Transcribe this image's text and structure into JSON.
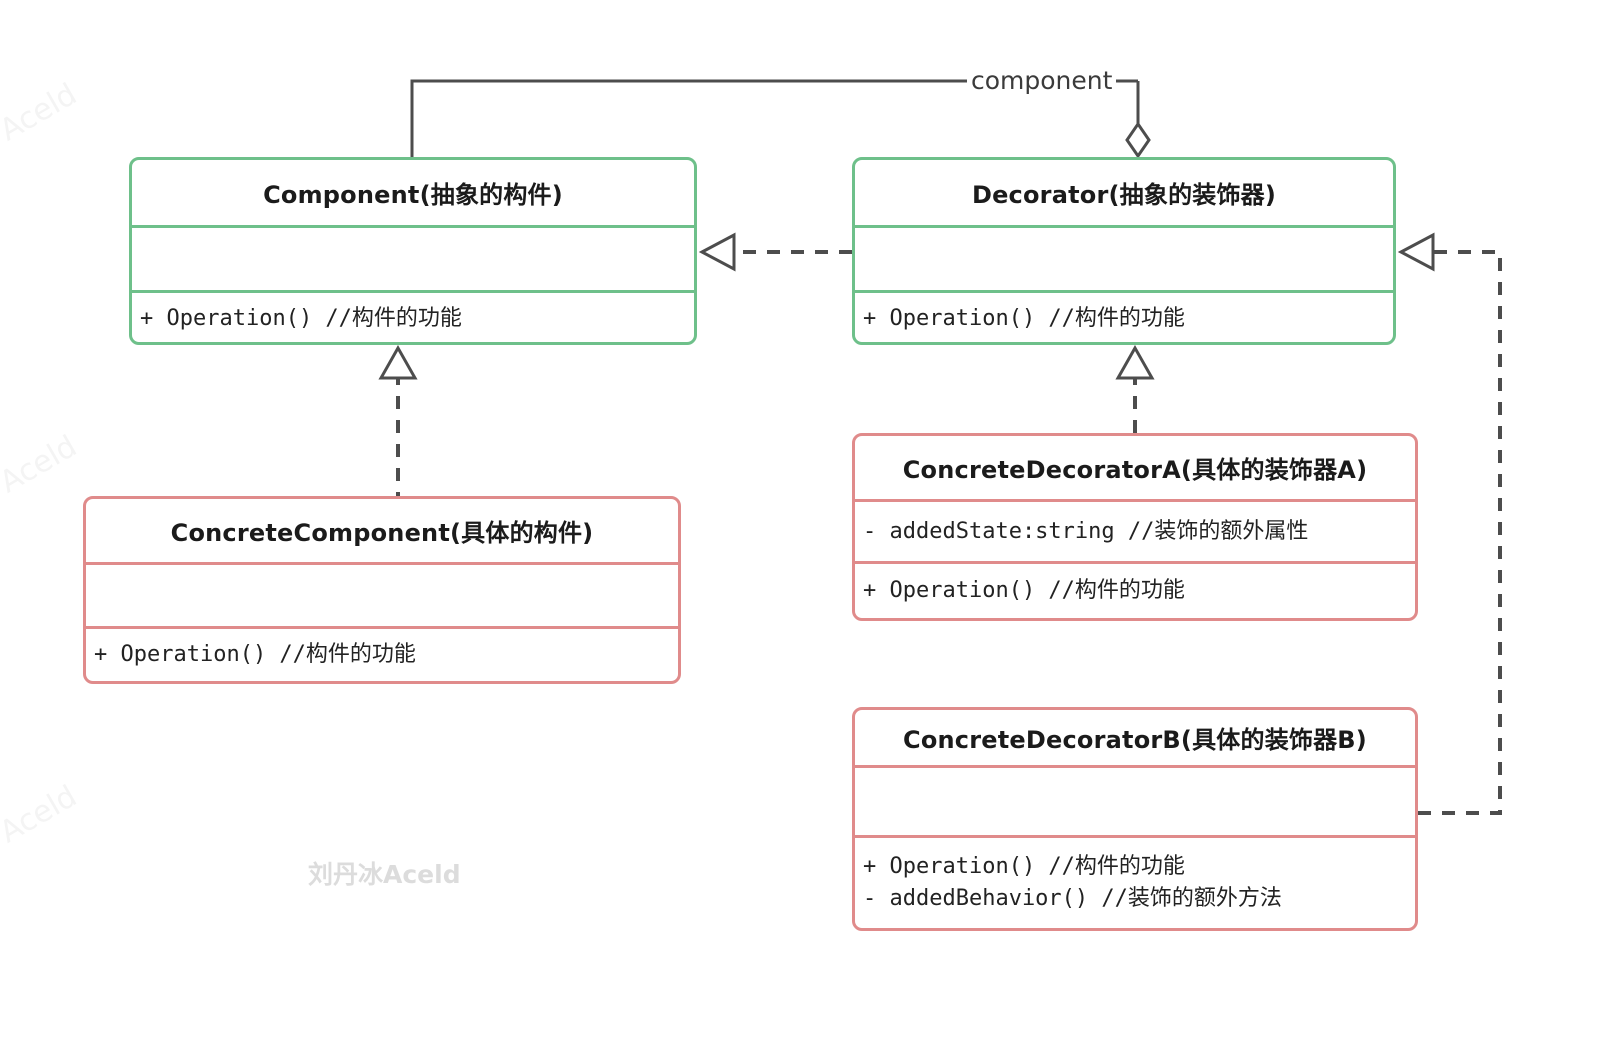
{
  "diagram": {
    "title": "Decorator Pattern UML",
    "colors": {
      "abstract_border": "#6ec08a",
      "concrete_border": "#e08b8b",
      "line": "#4d4d4d",
      "watermark": "#dcdcdc"
    },
    "edge_labels": {
      "component": "component"
    },
    "watermarks": {
      "center": "刘丹冰Aceld",
      "side": "Aceld"
    },
    "classes": [
      {
        "id": "component",
        "title": "Component(抽象的构件)",
        "attributes": [],
        "operations": [
          "+ Operation() //构件的功能"
        ],
        "stereotype": "abstract"
      },
      {
        "id": "decorator",
        "title": "Decorator(抽象的装饰器)",
        "attributes": [],
        "operations": [
          "+ Operation() //构件的功能"
        ],
        "stereotype": "abstract"
      },
      {
        "id": "concrete-component",
        "title": "ConcreteComponent(具体的构件)",
        "attributes": [],
        "operations": [
          "+ Operation() //构件的功能"
        ],
        "stereotype": "concrete"
      },
      {
        "id": "concrete-decorator-a",
        "title": "ConcreteDecoratorA(具体的装饰器A)",
        "attributes": [
          "- addedState:string //装饰的额外属性"
        ],
        "operations": [
          "+ Operation() //构件的功能"
        ],
        "stereotype": "concrete"
      },
      {
        "id": "concrete-decorator-b",
        "title": "ConcreteDecoratorB(具体的装饰器B)",
        "attributes": [],
        "operations": [
          "+ Operation() //构件的功能",
          "- addedBehavior() //装饰的额外方法"
        ],
        "stereotype": "concrete"
      }
    ],
    "relations": [
      {
        "from": "decorator",
        "to": "component",
        "type": "aggregation",
        "label": "component"
      },
      {
        "from": "decorator",
        "to": "component",
        "type": "realization",
        "label": ""
      },
      {
        "from": "concrete-component",
        "to": "component",
        "type": "realization",
        "label": ""
      },
      {
        "from": "concrete-decorator-a",
        "to": "decorator",
        "type": "realization",
        "label": ""
      },
      {
        "from": "concrete-decorator-b",
        "to": "decorator",
        "type": "realization",
        "label": ""
      }
    ]
  }
}
